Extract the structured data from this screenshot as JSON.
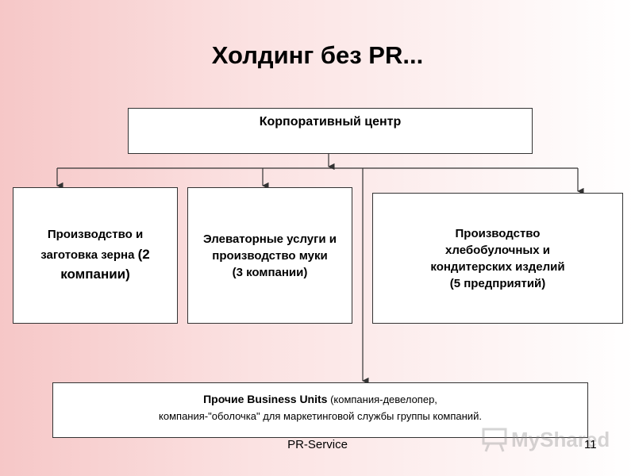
{
  "title": "Холдинг без PR...",
  "nodes": {
    "corporate_center": "Корпоративный центр",
    "grain": {
      "line1": "Производство и",
      "line2": "заготовка зерна ",
      "line2b": "(2",
      "line3": "компании)"
    },
    "elevator": {
      "line1": "Элеваторные услуги и",
      "line2": "производство муки",
      "line3": "(3 компании)"
    },
    "bakery": {
      "line1": "Производство",
      "line2": "хлебобулочных и",
      "line3": "кондитерских изделий",
      "line4": "(5 предприятий)"
    },
    "other_units": {
      "bold": "Прочие Business Units",
      "rest1": " (компания-девелопер,",
      "line2": "компания-\"оболочка\" для маркетинговой службы группы компаний."
    }
  },
  "footer": {
    "label": "PR-Service",
    "page": "11"
  },
  "watermark": {
    "text": "MyShared",
    "icon": "presentation-board-icon"
  },
  "colors": {
    "bg_left": "#f6c7c7",
    "bg_right": "#ffffff",
    "line": "#333333"
  }
}
